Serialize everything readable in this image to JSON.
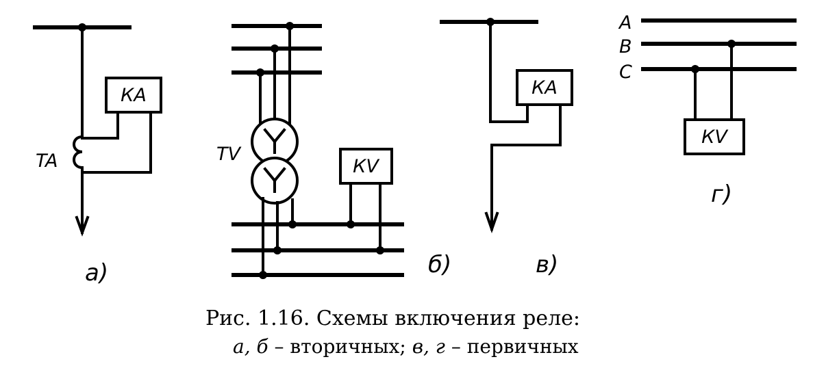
{
  "labels": {
    "ka": "КА",
    "kv": "КV",
    "ta": "TA",
    "tv": "TV",
    "phase_a": "A",
    "phase_b": "B",
    "phase_c": "C"
  },
  "subfigures": {
    "a": "а)",
    "b": "б)",
    "v": "в)",
    "g": "г)"
  },
  "caption": {
    "title": "Рис. 1.16. Схемы включения реле:",
    "line2_letters_1": "а, б",
    "line2_text_1": " – вторичных; ",
    "line2_letters_2": "в, г",
    "line2_text_2": " – первичных"
  }
}
